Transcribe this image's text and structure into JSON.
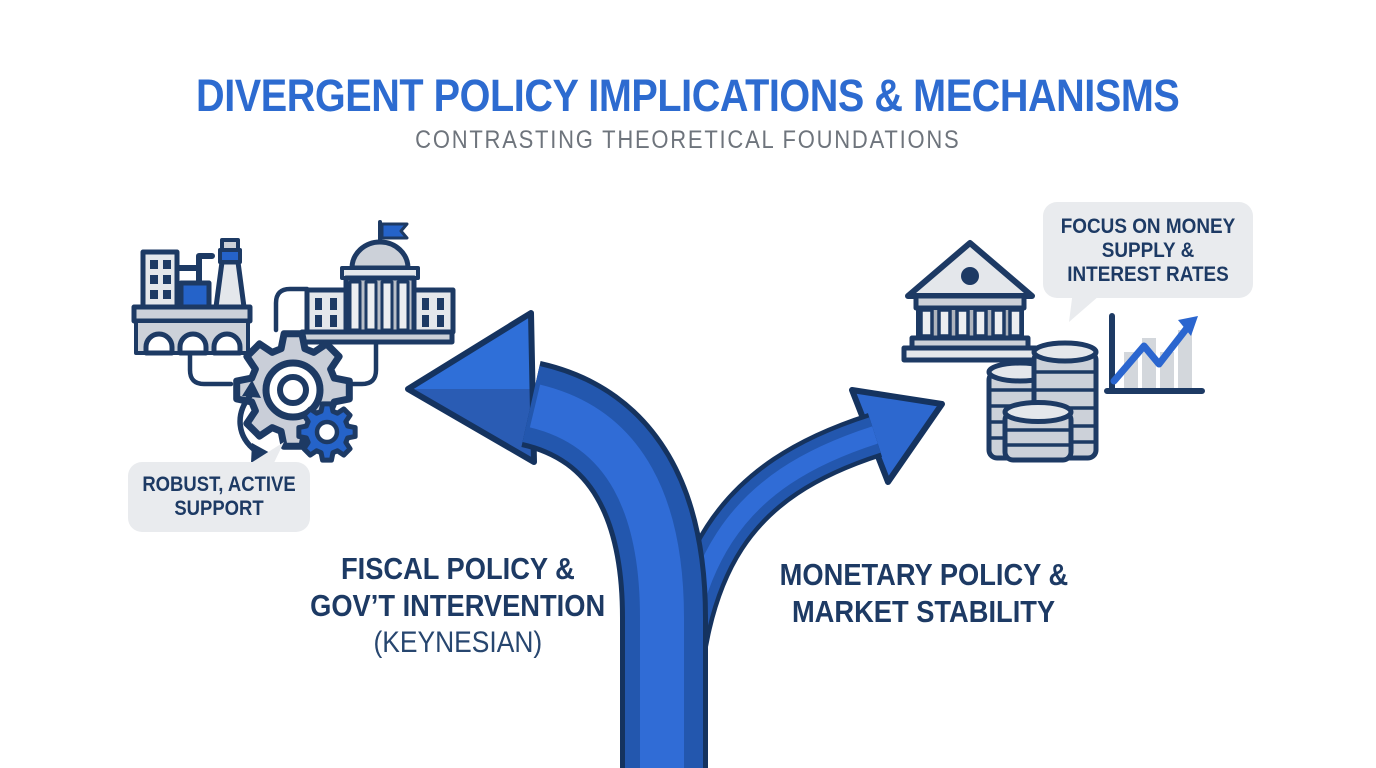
{
  "header": {
    "title": "DIVERGENT POLICY IMPLICATIONS & MECHANISMS",
    "subtitle": "CONTRASTING THEORETICAL FOUNDATIONS"
  },
  "left_path": {
    "callout": "ROBUST, ACTIVE SUPPORT",
    "label_line1": "FISCAL POLICY &",
    "label_line2": "GOV’T INTERVENTION",
    "label_line3": "(KEYNESIAN)",
    "icons": [
      "factory-icon",
      "government-building-icon",
      "gears-icon",
      "cycle-arrow-icon"
    ]
  },
  "right_path": {
    "callout": "FOCUS ON MONEY SUPPLY & INTEREST RATES",
    "label_line1": "MONETARY POLICY &",
    "label_line2": "MARKET STABILITY",
    "icons": [
      "bank-icon",
      "coin-stacks-icon",
      "growth-chart-icon"
    ]
  },
  "colors": {
    "title_blue": "#2d6bd0",
    "subtitle_gray": "#6e747c",
    "navy": "#1d3a64",
    "arrow_blue": "#306cd6",
    "arrow_blue_dark": "#2357ae",
    "arrow_outline": "#15335f",
    "accent_blue": "#2563c9",
    "icon_gray": "#ccd1d9",
    "icon_gray_light": "#e4e7eb",
    "bubble_bg": "#e9ebee"
  }
}
